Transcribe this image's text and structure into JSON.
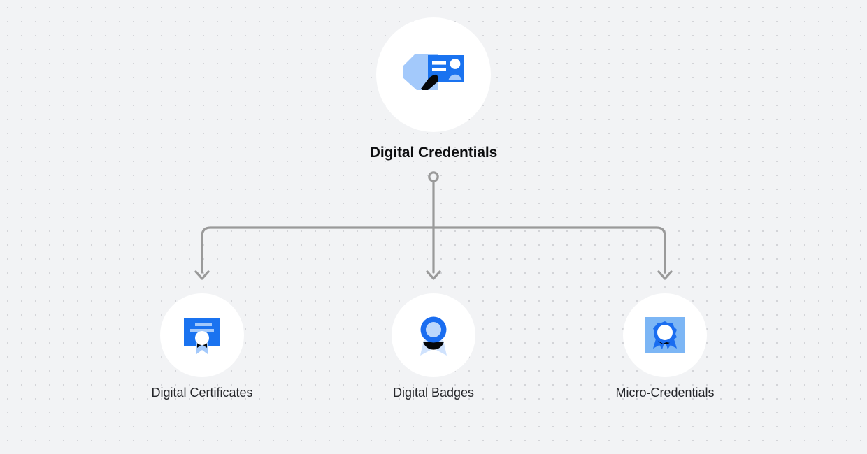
{
  "diagram": {
    "type": "hierarchy-tree",
    "orientation": "top-down",
    "background": "#f2f3f5",
    "dot_grid_color": "#d3d4d8",
    "connector_color": "#9a9a9a",
    "accent_blue": "#1a73f0",
    "accent_light_blue": "#a3c9fb",
    "root": {
      "id": "digital-credentials",
      "label": "Digital Credentials",
      "icon": "id-card-icon"
    },
    "children": [
      {
        "id": "digital-certificates",
        "label": "Digital Certificates",
        "icon": "certificate-icon"
      },
      {
        "id": "digital-badges",
        "label": "Digital Badges",
        "icon": "award-badge-icon"
      },
      {
        "id": "micro-credentials",
        "label": "Micro-Credentials",
        "icon": "rosette-medal-icon"
      }
    ],
    "connectors": {
      "junction_node": "circle-handle",
      "arrow_count": 3,
      "style": "orthogonal-rounded-with-arrowheads"
    }
  }
}
